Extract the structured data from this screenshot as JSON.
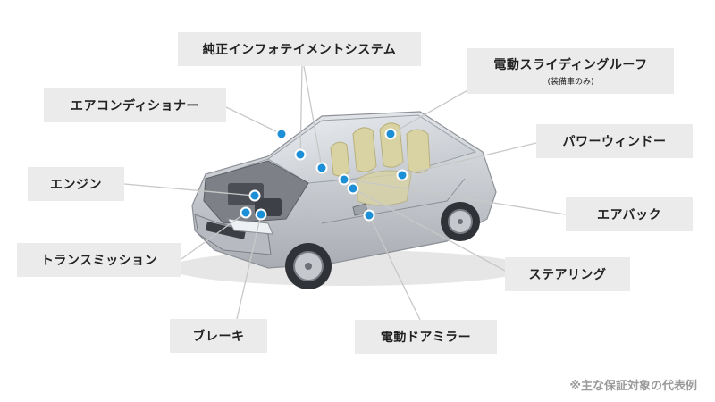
{
  "labels": {
    "infotainment": "純正インフォテイメントシステム",
    "sunroof": "電動スライディングルーフ",
    "sunroof_note": "(装備車のみ)",
    "aircon": "エアコンディショナー",
    "power_window": "パワーウィンドー",
    "engine": "エンジン",
    "airbag": "エアバック",
    "transmission": "トランスミッション",
    "steering": "ステアリング",
    "brake": "ブレーキ",
    "mirror": "電動ドアミラー"
  },
  "footnote": "※主な保証対象の代表例",
  "colors": {
    "label_bg": "#ebebeb",
    "marker": "#1c8fd6",
    "leader_line": "#c8c8c8",
    "car_body": "#c9ccd1",
    "seat": "#d9d3a4",
    "footnote": "#9a9a9a"
  }
}
